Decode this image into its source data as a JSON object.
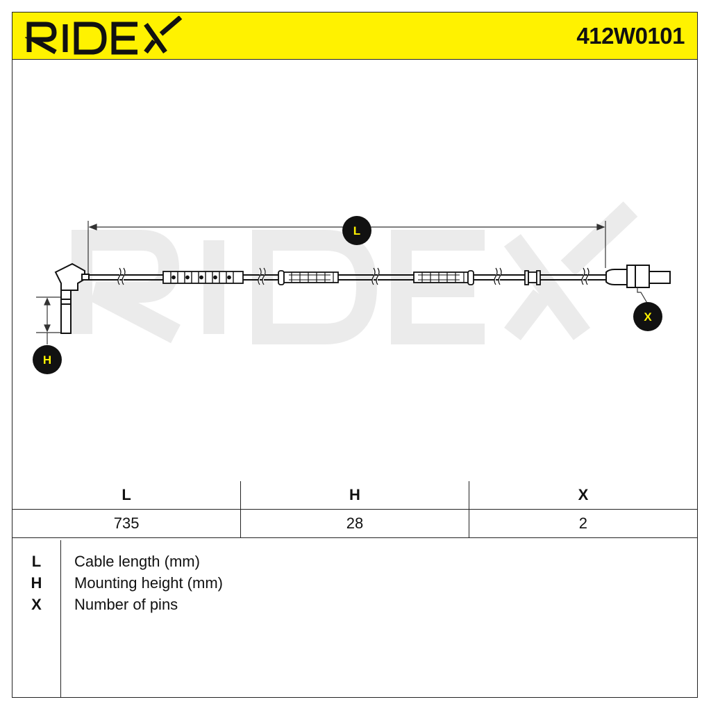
{
  "header": {
    "brand": "RIDEX",
    "part_number": "412W0101",
    "background_color": "#fff200"
  },
  "drawing": {
    "watermark": "RIDEX",
    "callouts": {
      "length": "L",
      "height": "H",
      "pins": "X"
    }
  },
  "specs": {
    "columns": [
      "L",
      "H",
      "X"
    ],
    "values": [
      "735",
      "28",
      "2"
    ]
  },
  "legend": [
    {
      "key": "L",
      "text": "Cable length (mm)"
    },
    {
      "key": "H",
      "text": "Mounting height (mm)"
    },
    {
      "key": "X",
      "text": "Number of pins"
    }
  ]
}
